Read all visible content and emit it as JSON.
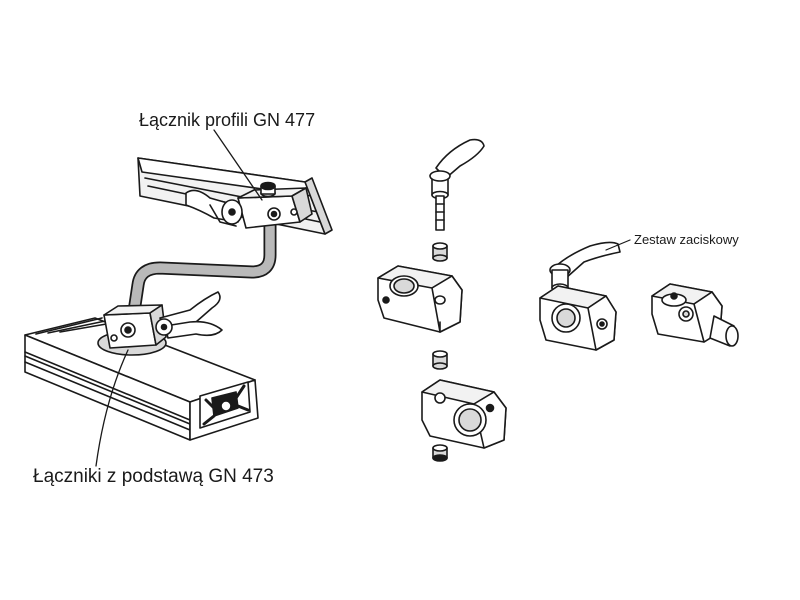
{
  "labels": {
    "profile_connector": "Łącznik profili GN 477",
    "base_connectors": "Łączniki z podstawą GN 473",
    "clamp_kit": "Zestaw zaciskowy"
  },
  "colors": {
    "line": "#1a1a1a",
    "part_fill": "#ffffff",
    "rod_fill": "#b9b9b9",
    "shade": "#d9d9d9",
    "background": "#ffffff"
  },
  "icons": {
    "assembly": "profile-assembly-icon",
    "exploded": "exploded-clamp-icon",
    "kit": "clamp-kit-icon"
  }
}
